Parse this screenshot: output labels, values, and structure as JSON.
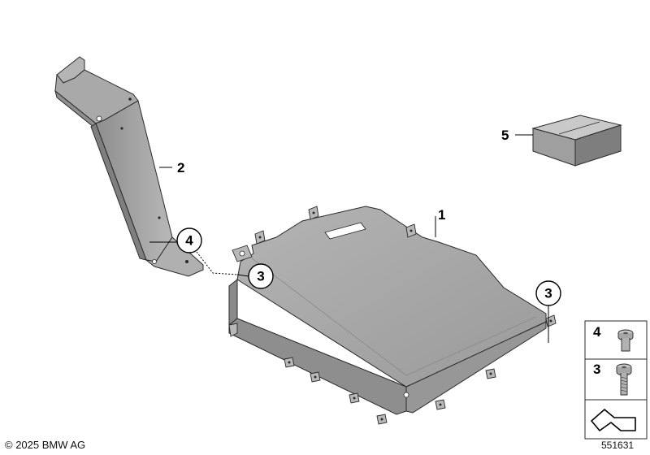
{
  "diagram": {
    "callouts": {
      "part_1": "1",
      "part_2": "2",
      "part_3a": "3",
      "part_3b": "3",
      "part_4": "4",
      "part_5": "5"
    },
    "legend": {
      "item_4_label": "4",
      "item_3_label": "3"
    },
    "footer": {
      "copyright": "© 2025 BMW AG",
      "diagram_number": "551631"
    },
    "colors": {
      "part_fill": "#a2a2a2",
      "part_fill_light": "#c2c2c2",
      "part_fill_dark": "#7d7d7d",
      "outline": "#2a2a2a",
      "callout_stroke": "#000000"
    }
  }
}
